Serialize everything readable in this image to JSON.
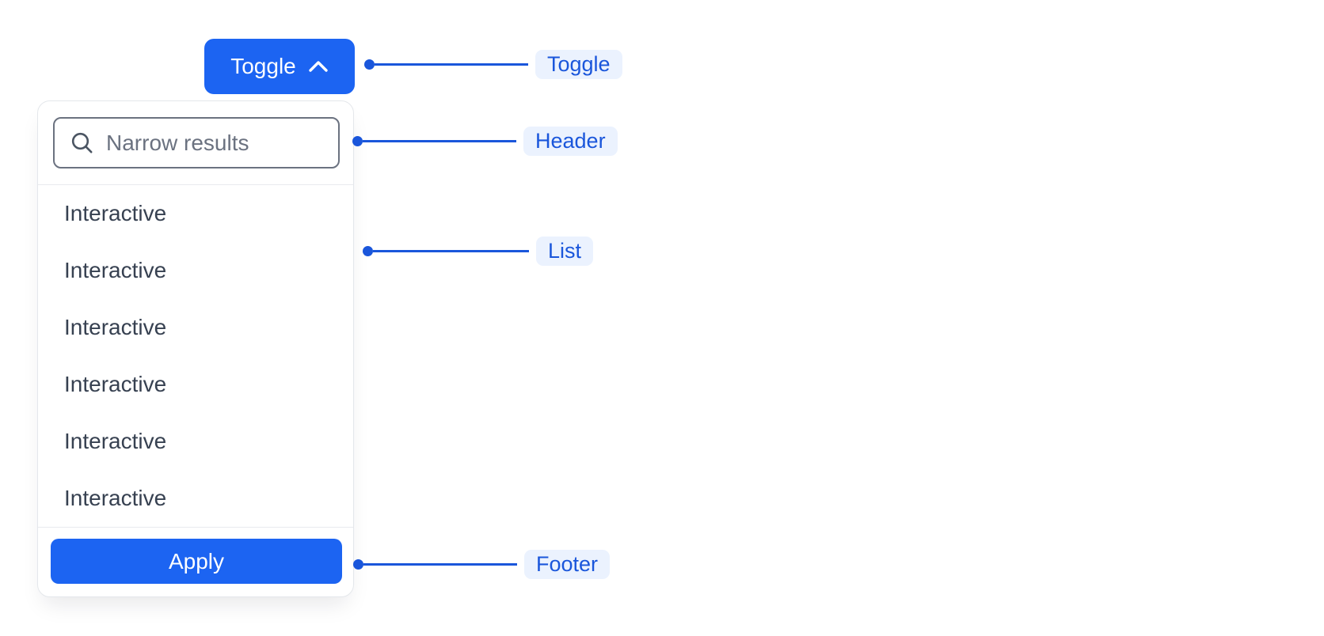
{
  "toggle_button": {
    "label": "Toggle",
    "icon": "chevron-up-icon"
  },
  "dropdown": {
    "header": {
      "search_placeholder": "Narrow results",
      "search_value": "",
      "icon": "search-icon"
    },
    "list": {
      "items": [
        "Interactive",
        "Interactive",
        "Interactive",
        "Interactive",
        "Interactive",
        "Interactive"
      ]
    },
    "footer": {
      "apply_label": "Apply"
    }
  },
  "annotations": [
    {
      "target": "toggle",
      "label": "Toggle"
    },
    {
      "target": "header",
      "label": "Header"
    },
    {
      "target": "list",
      "label": "List"
    },
    {
      "target": "footer",
      "label": "Footer"
    }
  ],
  "colors": {
    "primary_blue": "#1c64f2",
    "annotation_blue": "#1a56db",
    "annotation_pill_bg": "#ebf2fe",
    "panel_border": "#e4e7eb",
    "input_border": "#6b7280",
    "list_text": "#374151",
    "placeholder_text": "#6b7280"
  }
}
